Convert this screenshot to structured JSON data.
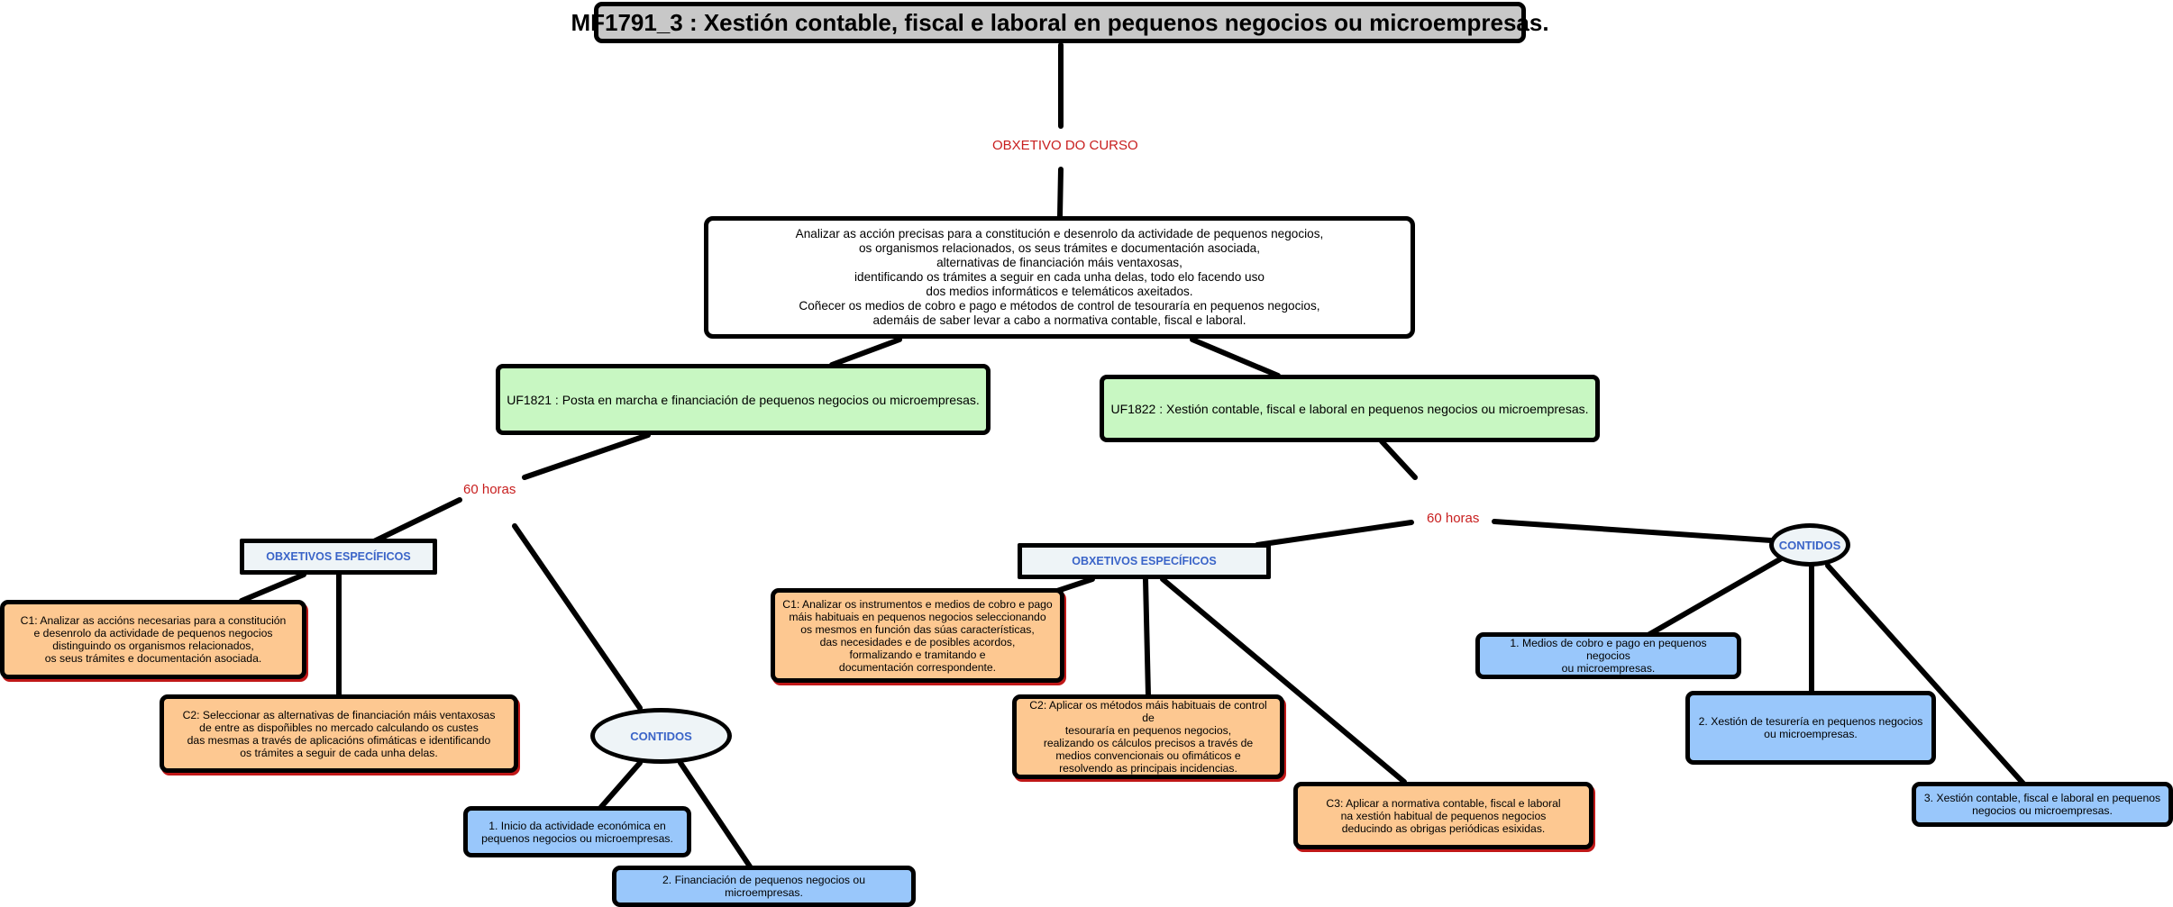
{
  "title": "MF1791_3  : Xestión contable, fiscal e laboral en pequenos negocios ou microempresas.",
  "course_objective": {
    "label": "OBXETIVO DO CURSO",
    "text": "Analizar as acción precisas para a constitución e desenrolo da actividade de pequenos negocios,\nos organismos relacionados, os seus trámites e documentación asociada,\nalternativas de financiación máis ventaxosas,\nidentificando os trámites a seguir en cada unha delas, todo elo facendo uso\ndos medios informáticos e telemáticos axeitados.\nCoñecer os medios de cobro e pago e métodos de control de tesouraría en pequenos negocios,\nademáis de saber levar a cabo a normativa contable, fiscal e laboral."
  },
  "uf1821": {
    "title": "UF1821 : Posta en marcha e financiación de pequenos negocios ou microempresas.",
    "hours": "60 horas",
    "objectives_label": "OBXETIVOS ESPECÍFICOS",
    "objectives": [
      "C1: Analizar as accións necesarias para a constitución\ne desenrolo da actividade de pequenos negocios\ndistinguindo os organismos relacionados,\nos seus trámites e documentación asociada.",
      "C2: Seleccionar as alternativas de financiación máis ventaxosas\nde entre as dispoñibles no mercado calculando os custes\ndas mesmas a través de aplicacións ofimáticas e identificando\nos trámites a seguir de cada unha delas."
    ],
    "contents_label": "CONTIDOS",
    "contents": [
      "1. Inicio da actividade económica en\npequenos negocios ou microempresas.",
      "2. Financiación de pequenos negocios ou microempresas."
    ]
  },
  "uf1822": {
    "title": "UF1822 : Xestión contable, fiscal e laboral en pequenos negocios ou microempresas.",
    "hours": "60 horas",
    "objectives_label": "OBXETIVOS ESPECÍFICOS",
    "objectives": [
      "C1: Analizar os instrumentos e medios de cobro e pago\nmáis habituais en pequenos negocios seleccionando\nos mesmos en función das súas características,\ndas necesidades e de posibles acordos,\nformalizando e tramitando e\ndocumentación correspondente.",
      "C2: Aplicar os métodos máis habituais de control de\ntesouraría en pequenos negocios,\nrealizando os cálculos precisos a través de\nmedios convencionais ou ofimáticos e\nresolvendo as principais incidencias.",
      "C3: Aplicar a normativa contable, fiscal e laboral\nna xestión habitual de pequenos negocios\ndeducindo as obrigas periódicas esixidas."
    ],
    "contents_label": "CONTIDOS",
    "contents": [
      "1. Medios de cobro e pago en pequenos negocios\nou microempresas.",
      "2. Xestión de tesurería en pequenos negocios\nou microempresas.",
      "3. Xestión contable, fiscal e laboral en pequenos\nnegocios ou microempresas."
    ]
  },
  "colors": {
    "title_fill": "#c8c8c8",
    "uf_fill": "#c8f7c2",
    "objective_fill": "#fdc891",
    "contents_fill": "#99c7fb",
    "heading_text": "#3a64c8",
    "label_red": "#c81e1e"
  }
}
